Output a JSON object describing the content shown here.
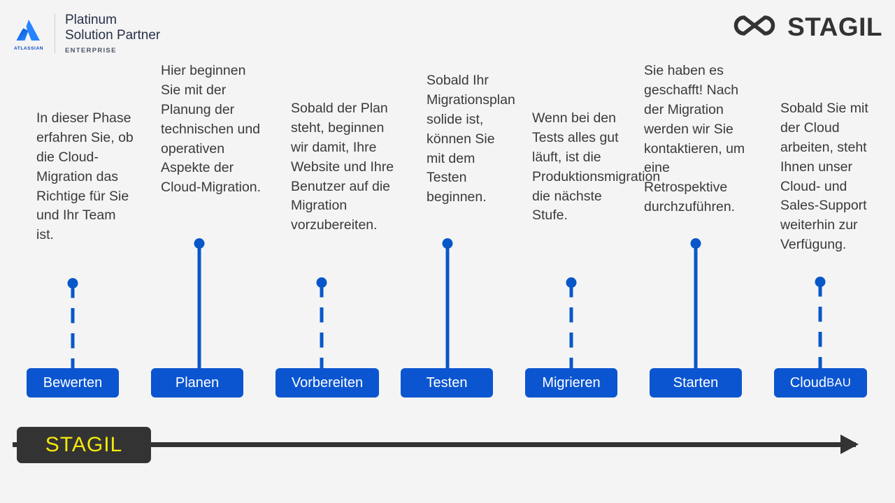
{
  "header": {
    "atlassian_logo_label": "ATLASSIAN",
    "partner_line1": "Platinum",
    "partner_line2": "Solution Partner",
    "partner_tier": "ENTERPRISE",
    "brand_name": "STAGIL"
  },
  "colors": {
    "background": "#f4f4f4",
    "accent_blue": "#0b55d0",
    "dot_blue": "#0857c8",
    "dark": "#333333",
    "yellow": "#f5e80b",
    "text": "#3a3a3a",
    "atlassian_blue": "#2684ff"
  },
  "timeline": {
    "stages": [
      {
        "label": "Bewerten",
        "description": "In dieser Phase erfahren Sie, ob die Cloud-Migration das Richtige für Sie und Ihr Team ist.",
        "connector_style": "dashed"
      },
      {
        "label": "Planen",
        "description": "Hier beginnen Sie mit der Planung der technischen und operativen Aspekte der Cloud-Migration.",
        "connector_style": "solid"
      },
      {
        "label": "Vorbereiten",
        "description": "Sobald der Plan steht, beginnen wir damit, Ihre Website und Ihre Benutzer auf die Migration vorzubereiten.",
        "connector_style": "dashed"
      },
      {
        "label": "Testen",
        "description": "Sobald Ihr Migrationsplan solide ist, können Sie mit dem Testen beginnen.",
        "connector_style": "solid"
      },
      {
        "label": "Migrieren",
        "description": "Wenn bei den Tests alles gut läuft, ist die Produktionsmigration die nächste Stufe.",
        "connector_style": "dashed"
      },
      {
        "label": "Starten",
        "description": "Sie haben es geschafft! Nach der Migration werden wir Sie kontaktieren, um eine Retrospektive durchzuführen.",
        "connector_style": "solid"
      },
      {
        "label_main": "Cloud ",
        "label_suffix": "BAU",
        "label": "Cloud BAU",
        "description": "Sobald Sie mit der Cloud arbeiten, steht Ihnen unser Cloud- und Sales-Support weiterhin zur Verfügung.",
        "connector_style": "dashed"
      }
    ],
    "footer_tag": "STAGIL"
  }
}
